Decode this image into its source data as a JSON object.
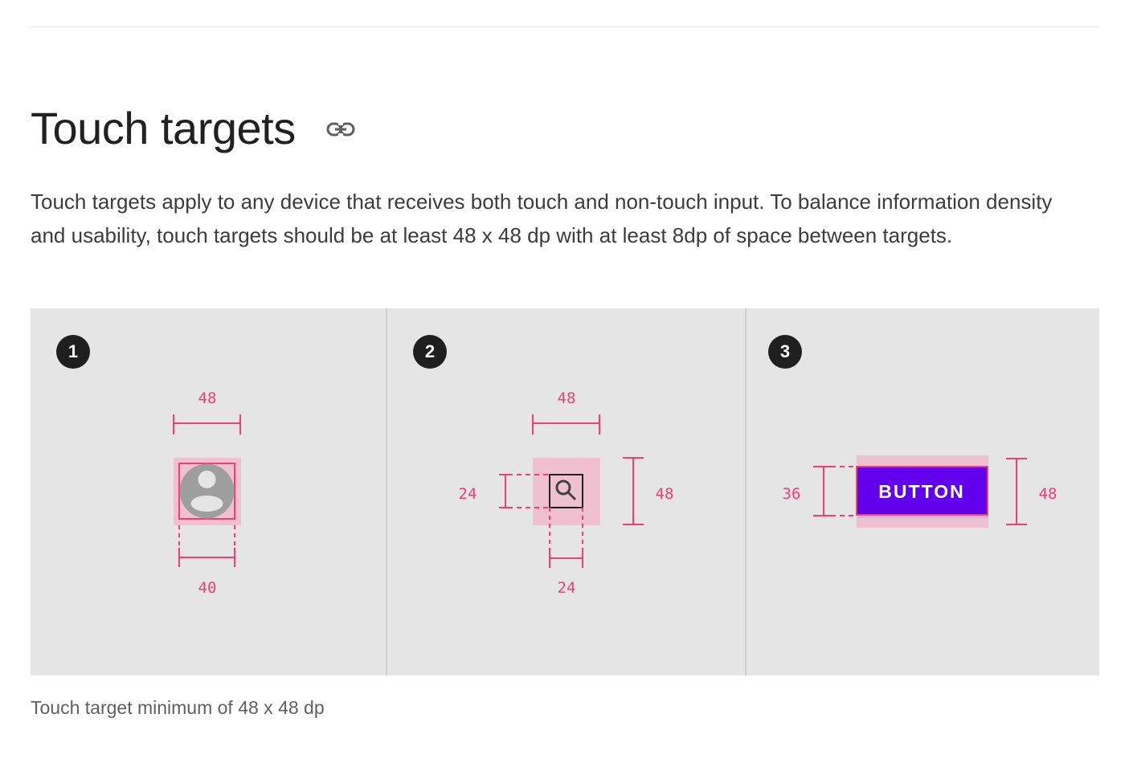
{
  "page": {
    "title": "Touch targets",
    "link_icon": "link-icon",
    "intro": "Touch targets apply to any device that receives both touch and non-touch input. To balance information density and usability, touch targets should be at least 48 x 48 dp with at least 8dp of space between targets.",
    "caption": "Touch target minimum of 48 x 48 dp"
  },
  "figure": {
    "panels": [
      {
        "step": "1",
        "icon": "avatar-icon",
        "top_label": "48",
        "bottom_label": "40"
      },
      {
        "step": "2",
        "icon": "search-icon",
        "top_label": "48",
        "left_label": "24",
        "right_label": "48",
        "bottom_label": "24"
      },
      {
        "step": "3",
        "button_label": "BUTTON",
        "left_label": "36",
        "right_label": "48"
      }
    ]
  },
  "colors": {
    "accent": "#ec407a",
    "target_area": "#efc1d0",
    "button": "#6200ee",
    "background": "#e5e5e5"
  }
}
